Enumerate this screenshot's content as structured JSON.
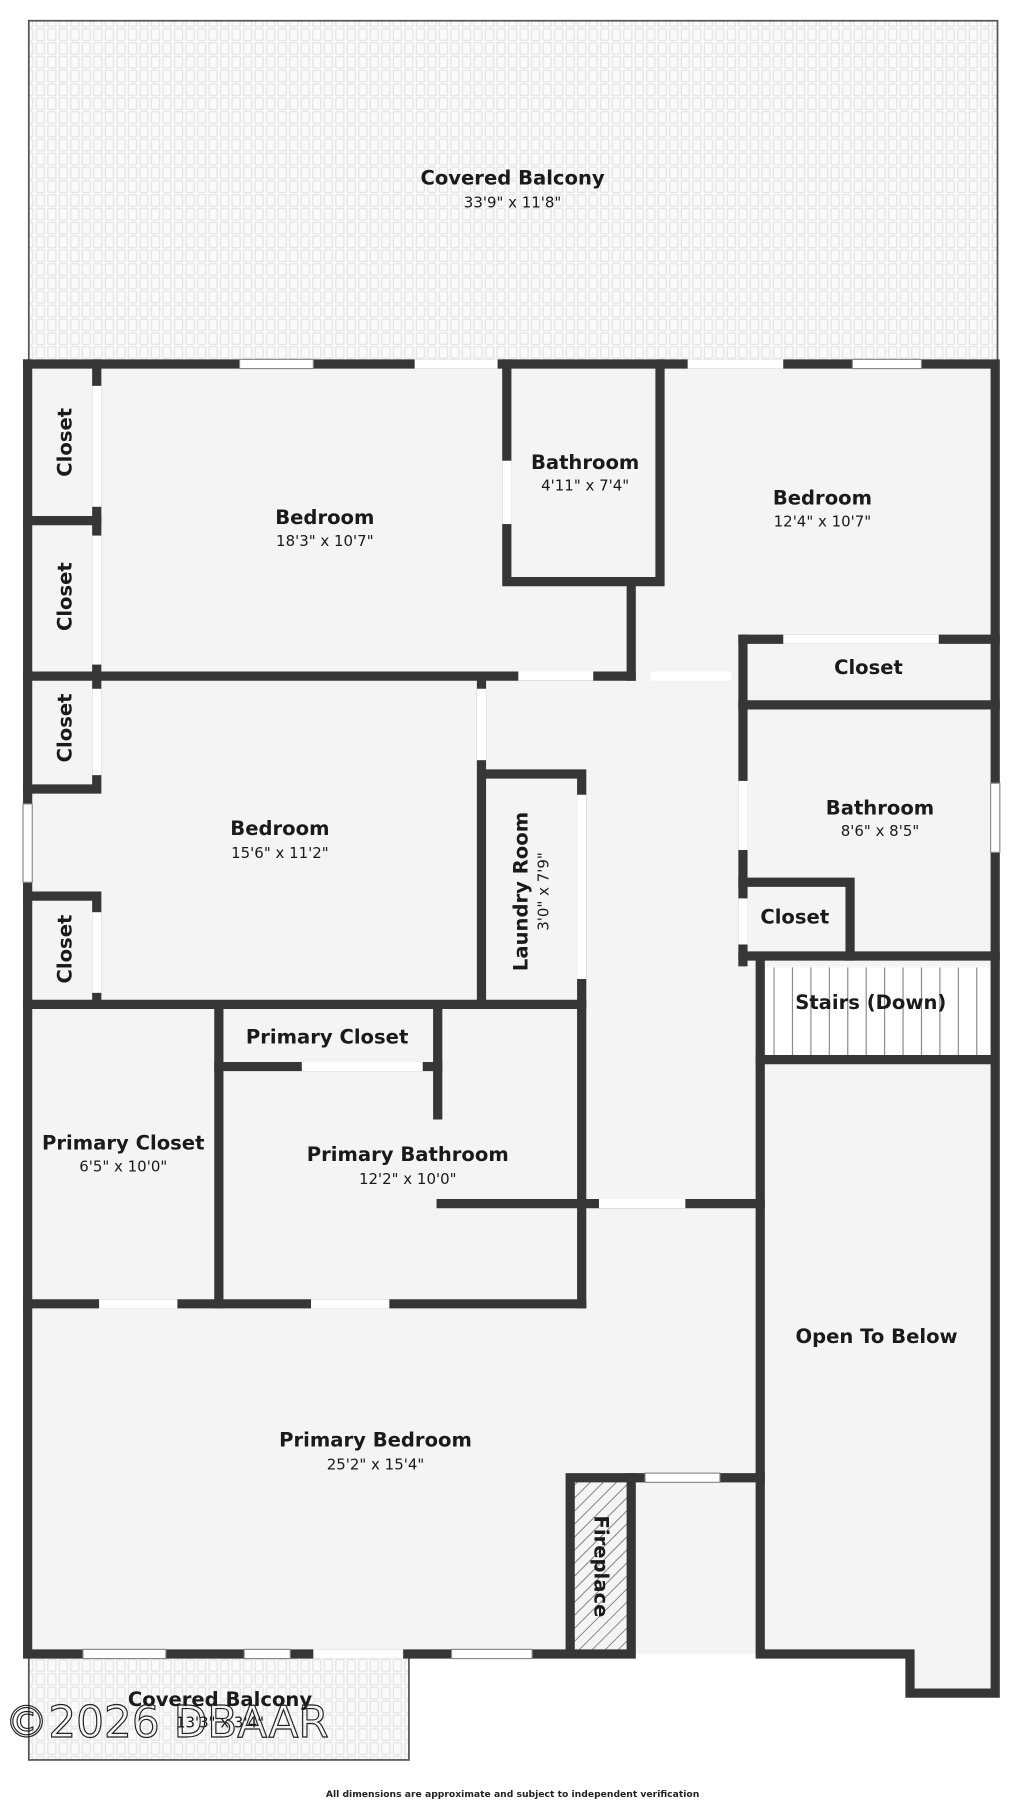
{
  "rooms": {
    "balcony_top": {
      "name": "Covered Balcony",
      "dims": "33'9\" x 11'8\""
    },
    "bedroom_1": {
      "name": "Bedroom",
      "dims": "18'3\" x 10'7\""
    },
    "bathroom_1": {
      "name": "Bathroom",
      "dims": "4'11\" x 7'4\""
    },
    "bedroom_2": {
      "name": "Bedroom",
      "dims": "12'4\" x 10'7\""
    },
    "bedroom_3": {
      "name": "Bedroom",
      "dims": "15'6\" x 11'2\""
    },
    "bathroom_2": {
      "name": "Bathroom",
      "dims": "8'6\" x 8'5\""
    },
    "laundry": {
      "name": "Laundry Room",
      "dims": "3'0\" x 7'9\""
    },
    "primary_closet_1": {
      "name": "Primary Closet",
      "dims": "6'5\" x 10'0\""
    },
    "primary_closet_2": {
      "name": "Primary Closet"
    },
    "primary_bathroom": {
      "name": "Primary Bathroom",
      "dims": "12'2\" x 10'0\""
    },
    "primary_bedroom": {
      "name": "Primary Bedroom",
      "dims": "25'2\" x 15'4\""
    },
    "open_below": {
      "name": "Open To Below"
    },
    "stairs": {
      "name": "Stairs (Down)"
    },
    "fireplace": {
      "name": "Fireplace"
    },
    "balcony_bottom": {
      "name": "Covered Balcony",
      "dims": "13'3\" x 3'4\""
    },
    "closet": {
      "name": "Closet"
    }
  },
  "watermark": "©2026 DBAAR",
  "footer": "All dimensions are approximate and subject to independent verification",
  "colors": {
    "wall": "#363636",
    "floor": "#f4f4f4",
    "tile": "#e6e6e6"
  }
}
